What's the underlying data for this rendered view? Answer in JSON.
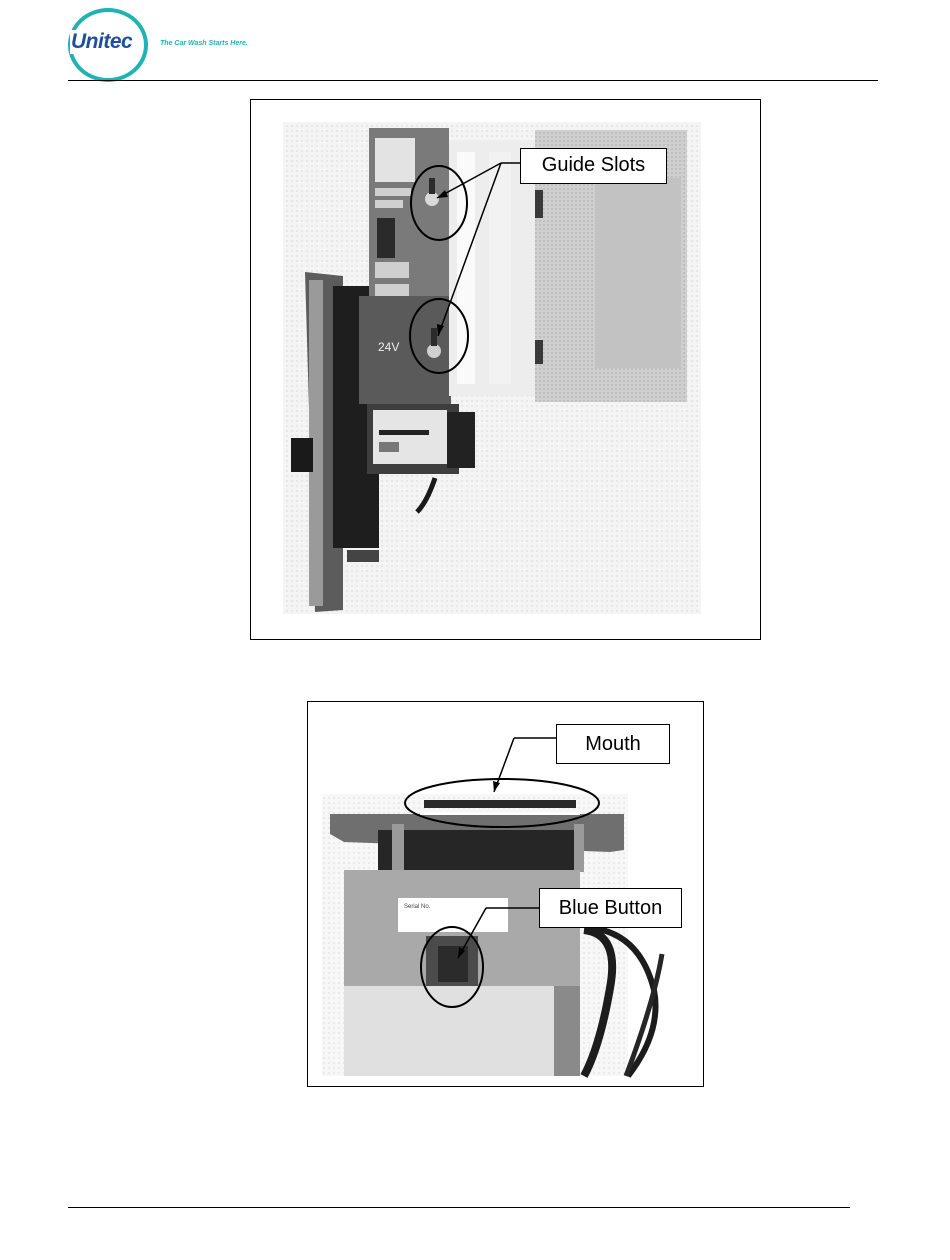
{
  "header": {
    "logo_text": "Unitec",
    "tagline": "The Car Wash Starts Here."
  },
  "figures": [
    {
      "callout": "Guide Slots",
      "panel_label": "24V"
    },
    {
      "callout_top": "Mouth",
      "callout_bottom": "Blue Button",
      "label_text": "Serial No."
    }
  ],
  "colors": {
    "brand_teal": "#1fb3b3",
    "brand_blue": "#1e4f9c"
  }
}
